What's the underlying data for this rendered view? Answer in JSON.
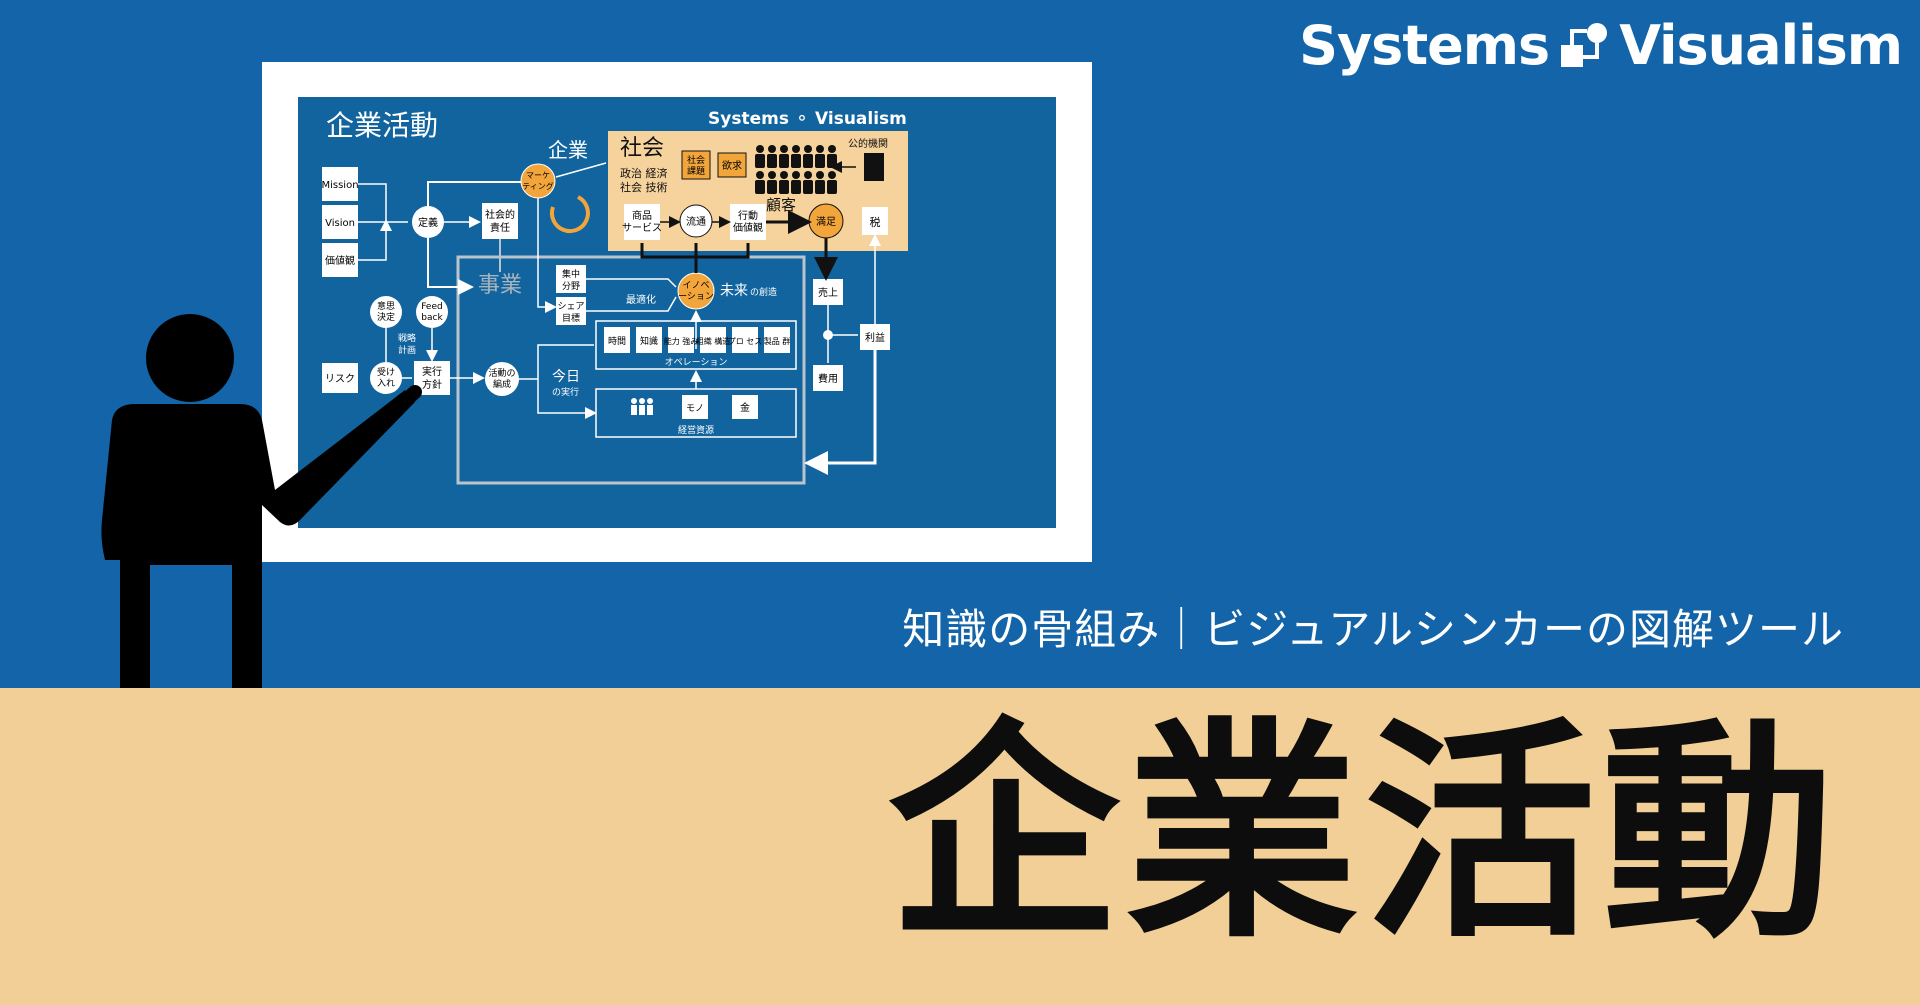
{
  "brand": {
    "text_left": "Systems",
    "text_right": "Visualism",
    "logo_icon": "systems-visualism-logo-icon"
  },
  "subtitle": "知識の骨組み｜ビジュアルシンカーの図解ツール",
  "main_title": "企業活動",
  "colors": {
    "blue": "#1364a8",
    "beige": "#f1cf96",
    "orange": "#f2a53a",
    "panel_beige": "#f6d29c"
  },
  "diagram": {
    "title": "企業活動",
    "brand_small": "Systems ⚬ Visualism",
    "kigyo": "企業",
    "shakai": "社会",
    "shakai_factors_1": "政治 経済",
    "shakai_factors_2": "社会 技術",
    "shakai_kadai": [
      "社会",
      "課題"
    ],
    "yokkyu": "欲求",
    "kokyaku": "顧客",
    "koteki": "公的機関",
    "mission": "Mission",
    "vision": "Vision",
    "kachikan": "価値観",
    "teigi": "定義",
    "shakaiteki": [
      "社会的",
      "責任"
    ],
    "marketing": [
      "マーケ",
      "ティング"
    ],
    "shohin": [
      "商品",
      "サービス"
    ],
    "ryutsu": "流通",
    "kodo": [
      "行動",
      "価値観"
    ],
    "manzoku": "満足",
    "zei": "税",
    "jigyo": "事業",
    "shuchu": [
      "集中",
      "分野"
    ],
    "share": [
      "シェア",
      "目標"
    ],
    "saitekika": "最適化",
    "innovation": [
      "イノベ",
      "ーション"
    ],
    "mirai": "未来",
    "mirai_small": "の創造",
    "uriage": "売上",
    "rieki": "利益",
    "hiyo": "費用",
    "ishi": [
      "意思",
      "決定"
    ],
    "feedback": [
      "Feed",
      "back"
    ],
    "senryaku": [
      "戦略",
      "計画"
    ],
    "risk": "リスク",
    "ukeire": [
      "受け",
      "入れ"
    ],
    "jikko": [
      "実行",
      "方針"
    ],
    "katsudo": [
      "活動の",
      "編成"
    ],
    "konnichi": "今日",
    "konnichi_small": "の実行",
    "ops": [
      "時間",
      "知識",
      "能力\n強み",
      "組織\n構造",
      "プロ\nセス",
      "製品\n群"
    ],
    "operation_label": "オペレーション",
    "mono": "モノ",
    "kane": "金",
    "keiei": "経営資源"
  }
}
